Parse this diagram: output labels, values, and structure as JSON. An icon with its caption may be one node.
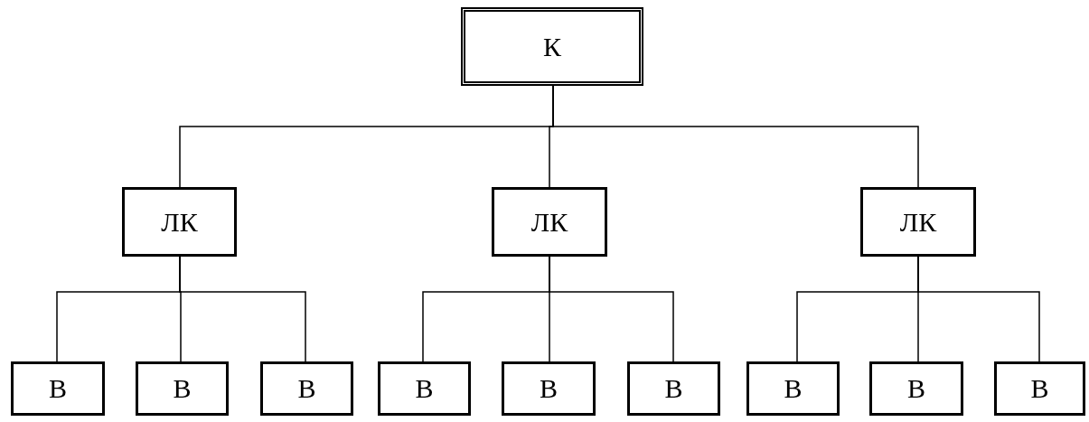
{
  "diagram": {
    "nodes": [
      {
        "text": [
          "К"
        ]
      },
      {
        "text": [
          "ЛК"
        ]
      },
      {
        "text": [
          "ЛК"
        ]
      },
      {
        "text": [
          "ЛК"
        ]
      },
      {
        "text": [
          "В"
        ]
      },
      {
        "text": [
          "В"
        ]
      },
      {
        "text": [
          "В"
        ]
      },
      {
        "text": [
          "В"
        ]
      },
      {
        "text": [
          "В"
        ]
      },
      {
        "text": [
          "В"
        ]
      },
      {
        "text": [
          "В"
        ]
      },
      {
        "text": [
          "В"
        ]
      },
      {
        "text": [
          "В"
        ]
      }
    ],
    "edges": [
      {
        "from": 0,
        "to": 1,
        "arrow": "none"
      },
      {
        "from": 0,
        "to": 2,
        "arrow": "none"
      },
      {
        "from": 0,
        "to": 3,
        "arrow": "none"
      },
      {
        "from": 1,
        "to": 4,
        "arrow": "none"
      },
      {
        "from": 1,
        "to": 5,
        "arrow": "none"
      },
      {
        "from": 1,
        "to": 6,
        "arrow": "none"
      },
      {
        "from": 2,
        "to": 7,
        "arrow": "none"
      },
      {
        "from": 2,
        "to": 8,
        "arrow": "none"
      },
      {
        "from": 2,
        "to": 9,
        "arrow": "none"
      },
      {
        "from": 3,
        "to": 10,
        "arrow": "none"
      },
      {
        "from": 3,
        "to": 11,
        "arrow": "none"
      },
      {
        "from": 3,
        "to": 12,
        "arrow": "none"
      }
    ]
  }
}
